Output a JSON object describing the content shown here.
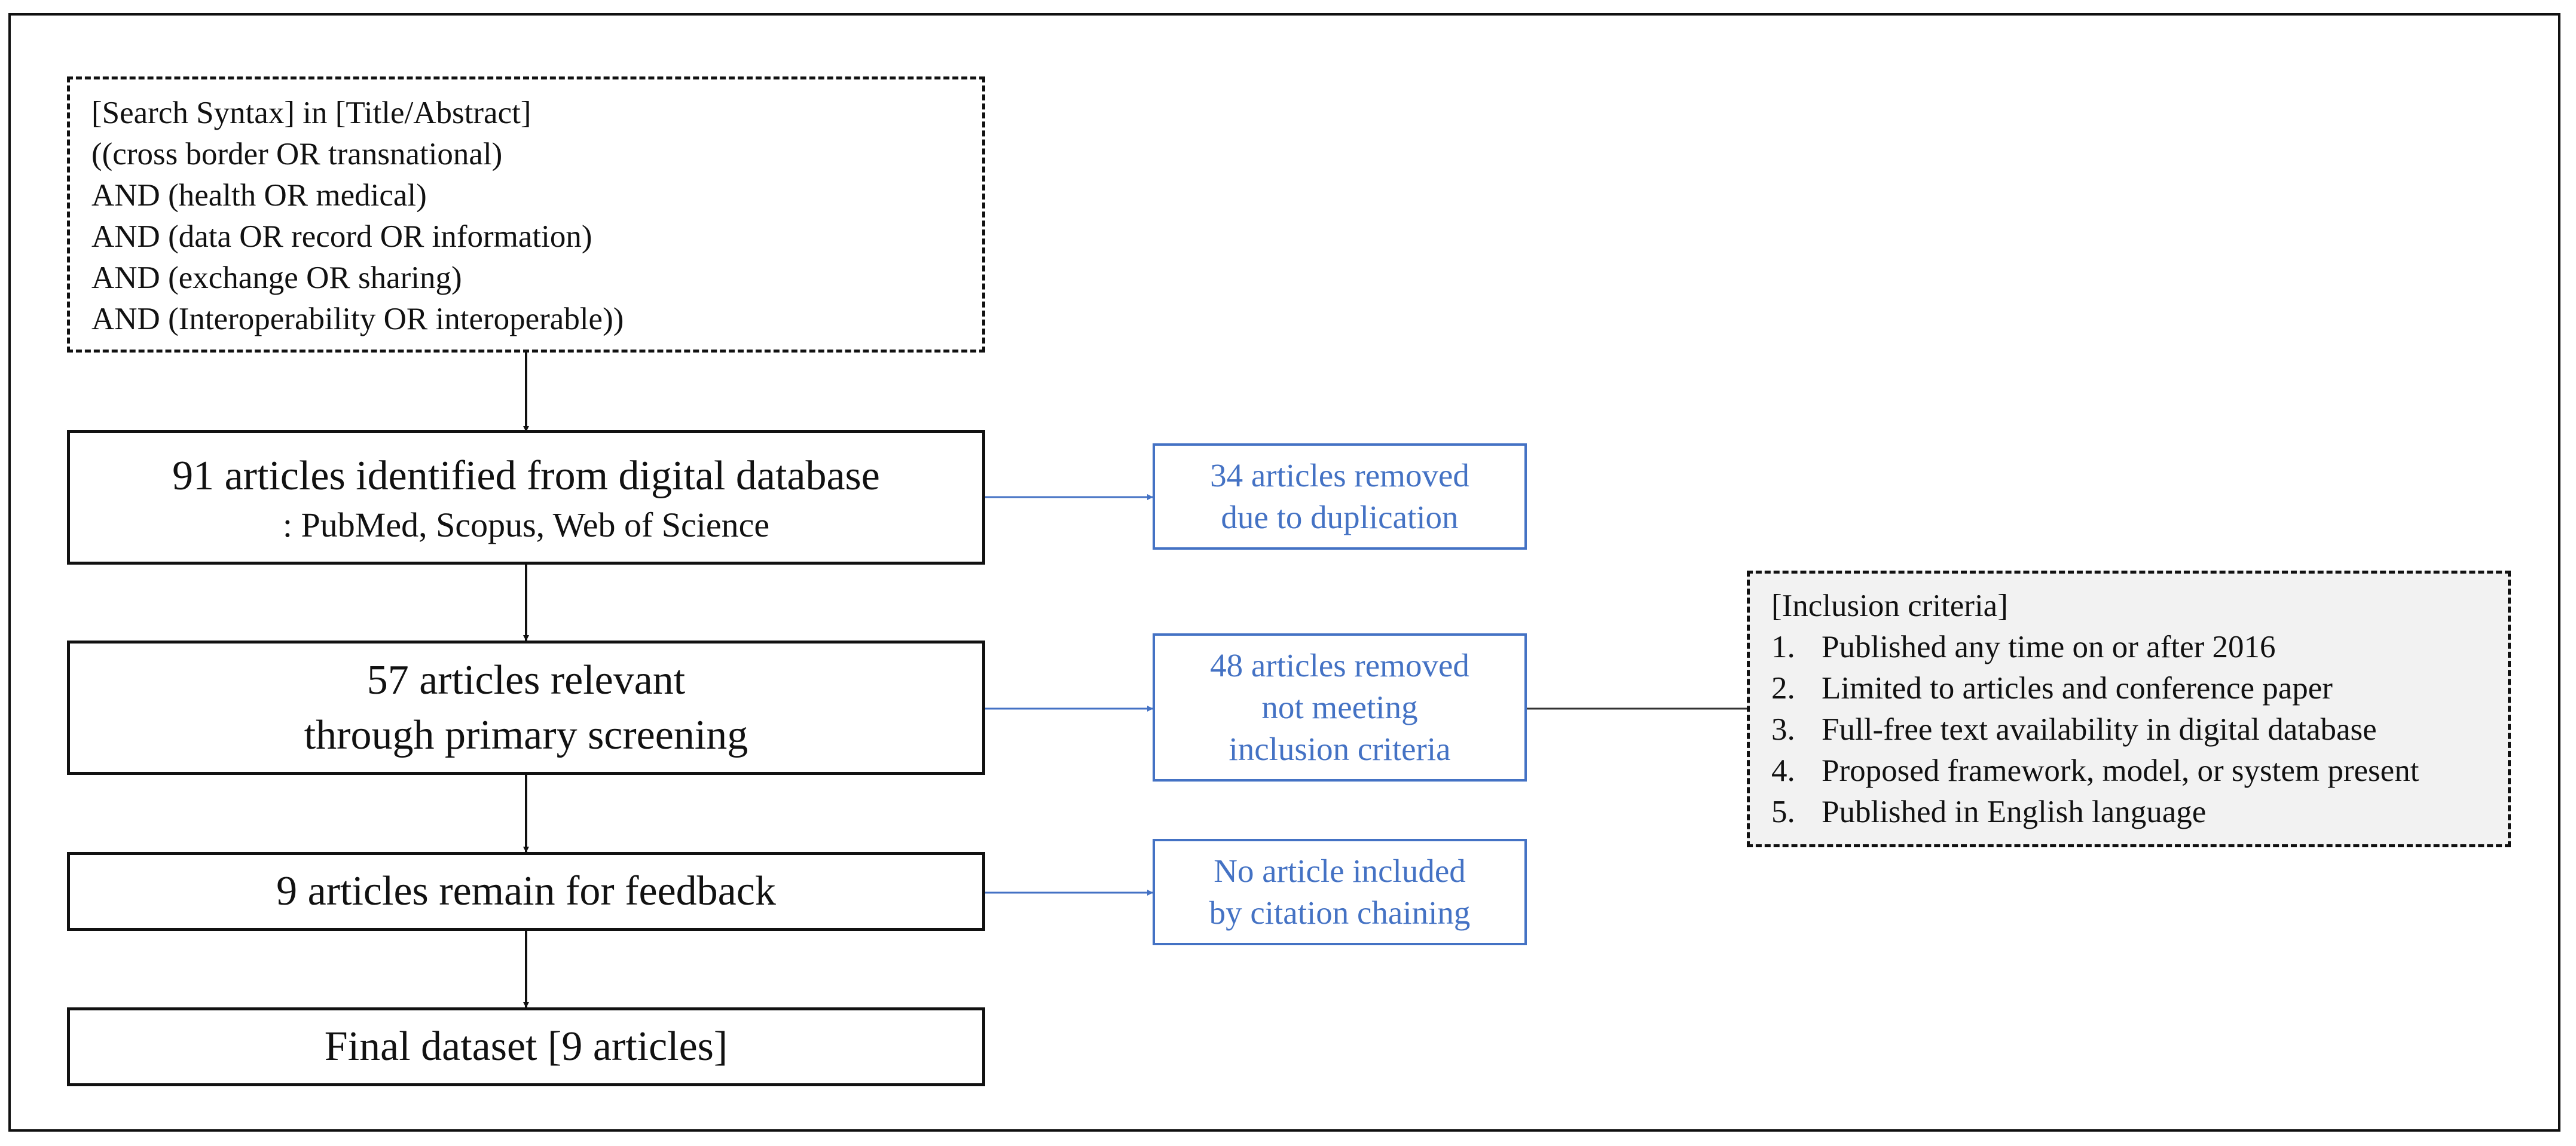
{
  "search_box": {
    "lines": [
      "[Search Syntax]  in [Title/Abstract]",
      "((cross border OR transnational)",
      "AND (health OR medical)",
      "AND (data OR record OR information)",
      "AND (exchange OR sharing)",
      "AND (Interoperability OR interoperable))"
    ]
  },
  "flow": {
    "identified": {
      "line1": "91 articles identified from digital database",
      "line2": ": PubMed, Scopus, Web of Science"
    },
    "relevant": {
      "line1": "57 articles relevant",
      "line2": "through primary screening"
    },
    "remain": {
      "line1": "9 articles remain for  feedback"
    },
    "final": {
      "line1": "Final dataset [9 articles]"
    }
  },
  "removed": {
    "duplication": {
      "line1": "34 articles removed",
      "line2": "due to duplication"
    },
    "criteria": {
      "line1": "48 articles removed",
      "line2": "not meeting",
      "line3": "inclusion criteria"
    },
    "citation": {
      "line1": "No article included",
      "line2": "by citation chaining"
    }
  },
  "inclusion": {
    "title": "[Inclusion criteria]",
    "items": [
      {
        "num": "1.",
        "text": "Published any time on or after 2016"
      },
      {
        "num": "2.",
        "text": "Limited to articles and conference paper"
      },
      {
        "num": "3.",
        "text": "Full-free text availability in digital database"
      },
      {
        "num": "4.",
        "text": "Proposed framework, model, or system present"
      },
      {
        "num": "5.",
        "text": "Published in English language"
      }
    ]
  },
  "colors": {
    "accent": "#4472C4",
    "ink": "#111111",
    "criteria_fill": "#f2f2f2"
  }
}
